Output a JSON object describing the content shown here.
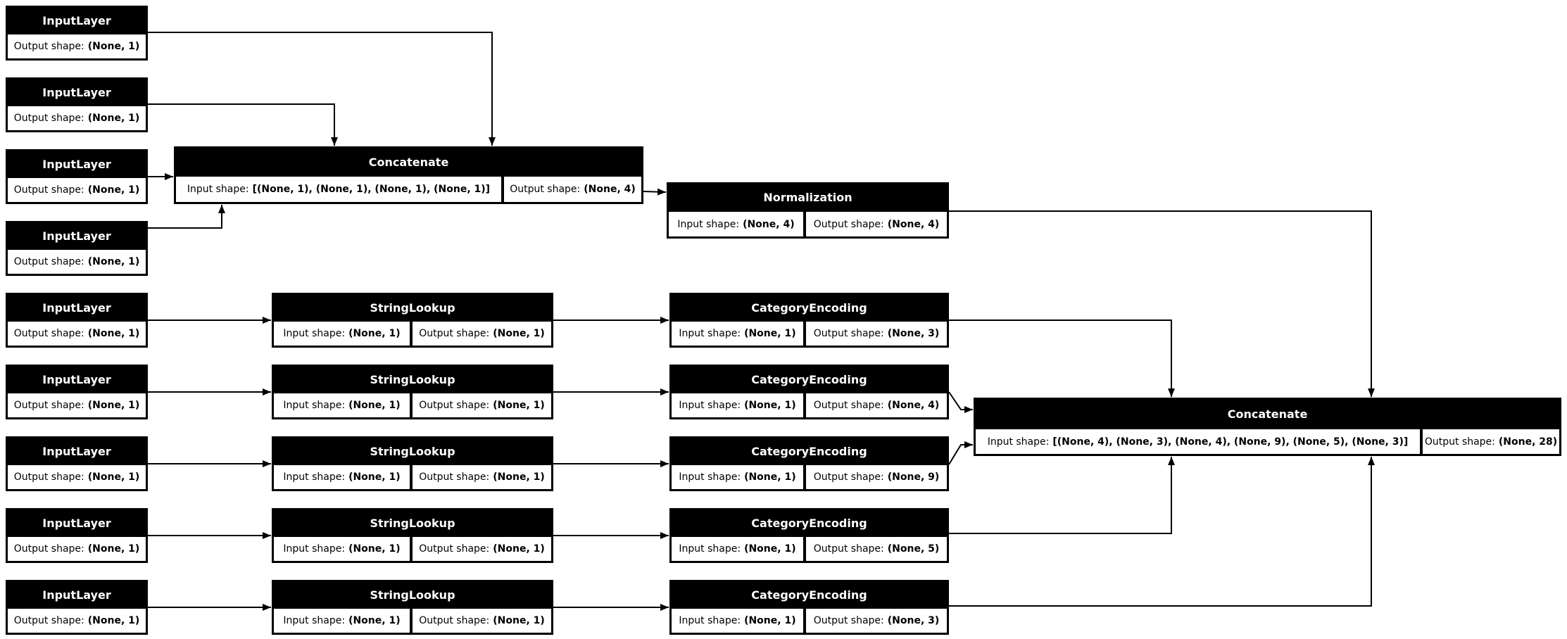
{
  "diagram": {
    "kind": "keras-model-architecture",
    "nodes": {
      "il1": {
        "title": "InputLayer",
        "cells": [
          {
            "label": "Output shape:",
            "value": "(None, 1)"
          }
        ]
      },
      "il2": {
        "title": "InputLayer",
        "cells": [
          {
            "label": "Output shape:",
            "value": "(None, 1)"
          }
        ]
      },
      "il3": {
        "title": "InputLayer",
        "cells": [
          {
            "label": "Output shape:",
            "value": "(None, 1)"
          }
        ]
      },
      "il4": {
        "title": "InputLayer",
        "cells": [
          {
            "label": "Output shape:",
            "value": "(None, 1)"
          }
        ]
      },
      "il5": {
        "title": "InputLayer",
        "cells": [
          {
            "label": "Output shape:",
            "value": "(None, 1)"
          }
        ]
      },
      "il6": {
        "title": "InputLayer",
        "cells": [
          {
            "label": "Output shape:",
            "value": "(None, 1)"
          }
        ]
      },
      "il7": {
        "title": "InputLayer",
        "cells": [
          {
            "label": "Output shape:",
            "value": "(None, 1)"
          }
        ]
      },
      "il8": {
        "title": "InputLayer",
        "cells": [
          {
            "label": "Output shape:",
            "value": "(None, 1)"
          }
        ]
      },
      "il9": {
        "title": "InputLayer",
        "cells": [
          {
            "label": "Output shape:",
            "value": "(None, 1)"
          }
        ]
      },
      "concat1": {
        "title": "Concatenate",
        "cells": [
          {
            "label": "Input shape:",
            "value": "[(None, 1), (None, 1), (None, 1), (None, 1)]"
          },
          {
            "label": "Output shape:",
            "value": "(None, 4)"
          }
        ]
      },
      "norm": {
        "title": "Normalization",
        "cells": [
          {
            "label": "Input shape:",
            "value": "(None, 4)"
          },
          {
            "label": "Output shape:",
            "value": "(None, 4)"
          }
        ]
      },
      "sl1": {
        "title": "StringLookup",
        "cells": [
          {
            "label": "Input shape:",
            "value": "(None, 1)"
          },
          {
            "label": "Output shape:",
            "value": "(None, 1)"
          }
        ]
      },
      "sl2": {
        "title": "StringLookup",
        "cells": [
          {
            "label": "Input shape:",
            "value": "(None, 1)"
          },
          {
            "label": "Output shape:",
            "value": "(None, 1)"
          }
        ]
      },
      "sl3": {
        "title": "StringLookup",
        "cells": [
          {
            "label": "Input shape:",
            "value": "(None, 1)"
          },
          {
            "label": "Output shape:",
            "value": "(None, 1)"
          }
        ]
      },
      "sl4": {
        "title": "StringLookup",
        "cells": [
          {
            "label": "Input shape:",
            "value": "(None, 1)"
          },
          {
            "label": "Output shape:",
            "value": "(None, 1)"
          }
        ]
      },
      "sl5": {
        "title": "StringLookup",
        "cells": [
          {
            "label": "Input shape:",
            "value": "(None, 1)"
          },
          {
            "label": "Output shape:",
            "value": "(None, 1)"
          }
        ]
      },
      "ce1": {
        "title": "CategoryEncoding",
        "cells": [
          {
            "label": "Input shape:",
            "value": "(None, 1)"
          },
          {
            "label": "Output shape:",
            "value": "(None, 3)"
          }
        ]
      },
      "ce2": {
        "title": "CategoryEncoding",
        "cells": [
          {
            "label": "Input shape:",
            "value": "(None, 1)"
          },
          {
            "label": "Output shape:",
            "value": "(None, 4)"
          }
        ]
      },
      "ce3": {
        "title": "CategoryEncoding",
        "cells": [
          {
            "label": "Input shape:",
            "value": "(None, 1)"
          },
          {
            "label": "Output shape:",
            "value": "(None, 9)"
          }
        ]
      },
      "ce4": {
        "title": "CategoryEncoding",
        "cells": [
          {
            "label": "Input shape:",
            "value": "(None, 1)"
          },
          {
            "label": "Output shape:",
            "value": "(None, 5)"
          }
        ]
      },
      "ce5": {
        "title": "CategoryEncoding",
        "cells": [
          {
            "label": "Input shape:",
            "value": "(None, 1)"
          },
          {
            "label": "Output shape:",
            "value": "(None, 3)"
          }
        ]
      },
      "concat2": {
        "title": "Concatenate",
        "cells": [
          {
            "label": "Input shape:",
            "value": "[(None, 4), (None, 3), (None, 4), (None, 9), (None, 5), (None, 3)]"
          },
          {
            "label": "Output shape:",
            "value": "(None, 28)"
          }
        ]
      }
    },
    "edges": [
      {
        "from": "il1",
        "to": "concat1"
      },
      {
        "from": "il2",
        "to": "concat1"
      },
      {
        "from": "il3",
        "to": "concat1"
      },
      {
        "from": "il4",
        "to": "concat1"
      },
      {
        "from": "concat1",
        "to": "norm"
      },
      {
        "from": "norm",
        "to": "concat2"
      },
      {
        "from": "il5",
        "to": "sl1"
      },
      {
        "from": "il6",
        "to": "sl2"
      },
      {
        "from": "il7",
        "to": "sl3"
      },
      {
        "from": "il8",
        "to": "sl4"
      },
      {
        "from": "il9",
        "to": "sl5"
      },
      {
        "from": "sl1",
        "to": "ce1"
      },
      {
        "from": "sl2",
        "to": "ce2"
      },
      {
        "from": "sl3",
        "to": "ce3"
      },
      {
        "from": "sl4",
        "to": "ce4"
      },
      {
        "from": "sl5",
        "to": "ce5"
      },
      {
        "from": "ce1",
        "to": "concat2"
      },
      {
        "from": "ce2",
        "to": "concat2"
      },
      {
        "from": "ce3",
        "to": "concat2"
      },
      {
        "from": "ce4",
        "to": "concat2"
      },
      {
        "from": "ce5",
        "to": "concat2"
      }
    ],
    "colors": {
      "node_header_bg": "#000000",
      "node_header_text": "#ffffff",
      "cell_bg": "#ffffff",
      "edge": "#000000",
      "background": "#ffffff"
    }
  }
}
